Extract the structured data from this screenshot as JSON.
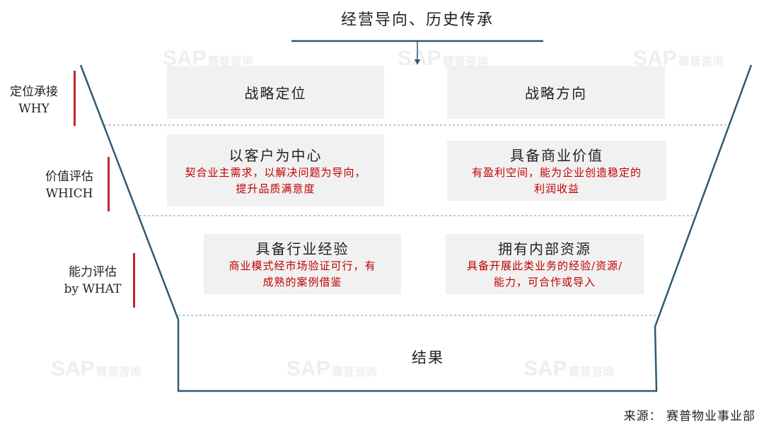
{
  "title": "经营导向、历史传承",
  "watermark": {
    "brand": "SAP",
    "name": "赛普咨询"
  },
  "levels": [
    {
      "label": "定位承接",
      "sub": "WHY"
    },
    {
      "label": "价值评估",
      "sub": "WHICH"
    },
    {
      "label": "能力评估",
      "sub": "by WHAT"
    }
  ],
  "boxes": [
    {
      "heading": "战略定位"
    },
    {
      "heading": "战略方向"
    },
    {
      "heading": "以客户为中心",
      "desc_lines": [
        "契合业主需求，以解决问题为导向，",
        "提升品质满意度"
      ]
    },
    {
      "heading": "具备商业价值",
      "desc_lines": [
        "有盈利空间，能为企业创造稳定的",
        "利润收益"
      ]
    },
    {
      "heading": "具备行业经验",
      "desc_lines": [
        "商业模式经市场验证可行，有",
        "成熟的案例借鉴"
      ]
    },
    {
      "heading": "拥有内部资源",
      "desc_lines": [
        "具备开展此类业务的经验/资源/",
        "能力，可合作或导入"
      ]
    }
  ],
  "result": "结果",
  "source": "来源：  赛普物业事业部",
  "colors": {
    "funnel": "#2e5a73",
    "accent": "#c0272d",
    "desc": "#c00000",
    "box": "#f1f1f1"
  }
}
